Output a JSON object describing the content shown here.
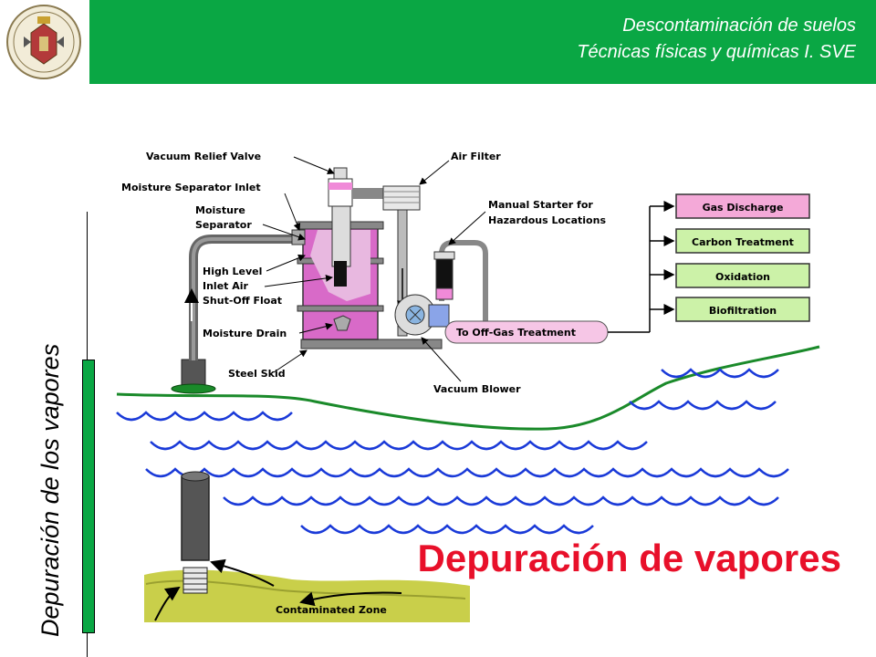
{
  "header": {
    "line1": "Descontaminación de suelos",
    "line2": "Técnicas físicas y químicas I.  SVE",
    "bg_color": "#0aa744",
    "logo_icon": "university-crest-icon"
  },
  "side_title": "Depuración de los vapores",
  "main_title": "Depuración de vapores",
  "main_title_color": "#e8102a",
  "diagram": {
    "labels": {
      "vacuum_relief_valve": "Vacuum Relief Valve",
      "moisture_separator_inlet": "Moisture Separator Inlet",
      "moisture_separator_1": "Moisture",
      "moisture_separator_2": "Separator",
      "high_level_1": "High Level",
      "high_level_2": "Inlet Air",
      "high_level_3": "Shut-Off Float",
      "moisture_drain": "Moisture Drain",
      "steel_skid": "Steel Skid",
      "air_filter": "Air Filter",
      "manual_starter_1": "Manual Starter for",
      "manual_starter_2": "Hazardous Locations",
      "vacuum_blower": "Vacuum Blower",
      "off_gas": "To Off-Gas Treatment",
      "contaminated_zone": "Contaminated Zone"
    },
    "treatments": [
      {
        "label": "Gas Discharge",
        "color": "#f4a9d8"
      },
      {
        "label": "Carbon Treatment",
        "color": "#ccf2a8"
      },
      {
        "label": "Oxidation",
        "color": "#ccf2a8"
      },
      {
        "label": "Biofiltration",
        "color": "#ccf2a8"
      }
    ]
  }
}
